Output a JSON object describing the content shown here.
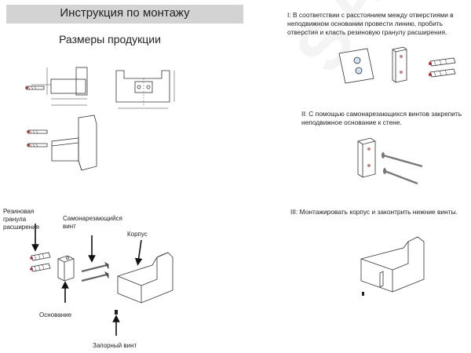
{
  "header": {
    "title": "Инструкция по монтажу"
  },
  "dimensions_title": "Размеры продукции",
  "steps": [
    {
      "text": "I: В соответствии с расстоянием между отверстиями в неподвижном основании провести линию, пробить отверстия и класть резиновую гранулу расширения."
    },
    {
      "text": "II: С помощью самонарезающихся винтов закрепить неподвижное основание к стене."
    },
    {
      "text": "III: Монтажировать корпус и законтрить нижние винты."
    }
  ],
  "parts": {
    "rubber_plug": "Резиновая гранула расширения",
    "self_tapping_screw": "Самонарезающийся винт",
    "body": "Корпус",
    "base": "Основание",
    "locking_screw": "Запорный винт"
  },
  "watermark": "SANITY"
}
